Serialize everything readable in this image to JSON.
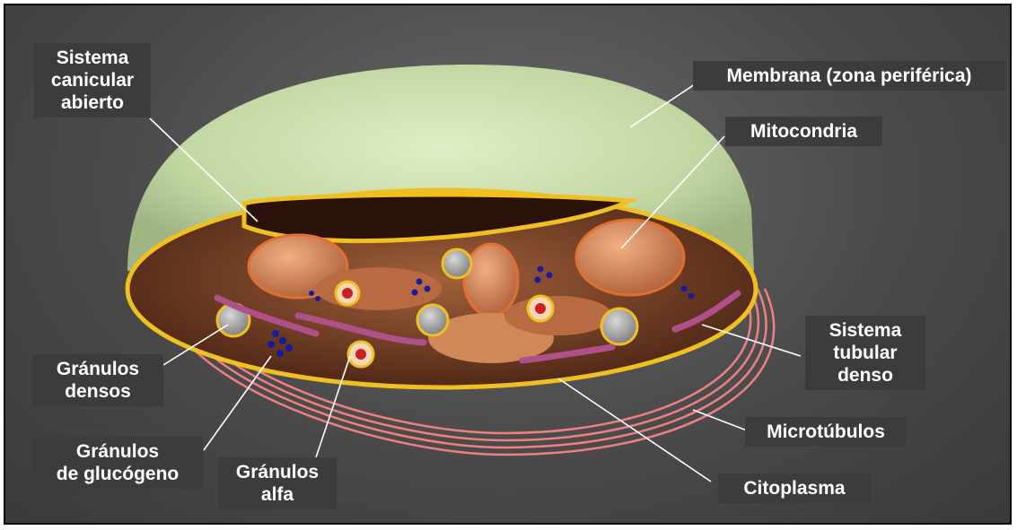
{
  "labels": {
    "sistema_canicular": "Sistema\ncanicular\nabierto",
    "membrana": "Membrana (zona periférica)",
    "mitocondria": "Mitocondria",
    "sistema_tubular": "Sistema\ntubular\ndenso",
    "microtubulos": "Microtúbulos",
    "citoplasma": "Citoplasma",
    "granulos_alfa": "Gránulos\nalfa",
    "granulos_glucogeno": "Gránulos\nde glucógeno",
    "granulos_densos": "Gránulos\ndensos"
  },
  "colors": {
    "background": "#4a4a4a",
    "membrane": "#c9dcae",
    "membrane_rim": "#f0c020",
    "cytoplasm": "#6e3a22",
    "organelle": "#c8784a",
    "microtubule": "#f08080",
    "tubular_system": "#b0508a",
    "label_box": "#3c3c3c"
  }
}
